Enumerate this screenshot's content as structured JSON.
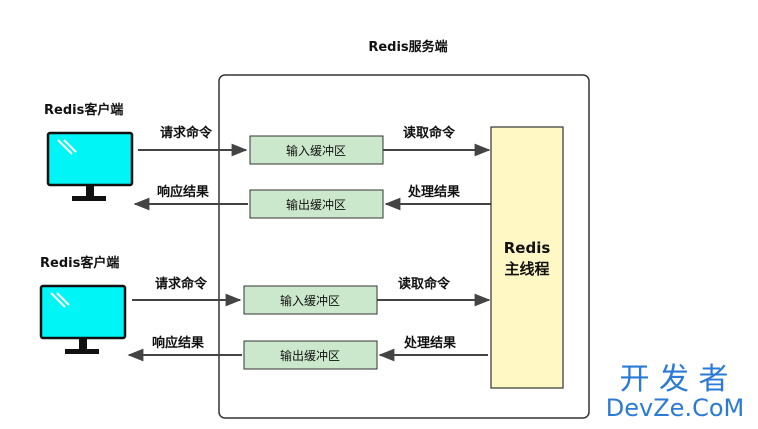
{
  "server": {
    "title": "Redis服务端"
  },
  "clients": [
    {
      "label": "Redis客户端",
      "request": "请求命令",
      "response": "响应结果",
      "input_buffer": "输入缓冲区",
      "output_buffer": "输出缓冲区",
      "read_command": "读取命令",
      "process_result": "处理结果"
    },
    {
      "label": "Redis客户端",
      "request": "请求命令",
      "response": "响应结果",
      "input_buffer": "输入缓冲区",
      "output_buffer": "输出缓冲区",
      "read_command": "读取命令",
      "process_result": "处理结果"
    }
  ],
  "main_thread": {
    "line1": "Redis",
    "line2": "主线程"
  },
  "watermark": {
    "line1": "开 发 者",
    "line2": "DevZe.CoM"
  },
  "colors": {
    "monitor_screen": "#00f6f6",
    "buffer_fill": "#cce8cc",
    "main_thread_fill": "#fff8c4",
    "watermark": "#2b7bd6"
  }
}
